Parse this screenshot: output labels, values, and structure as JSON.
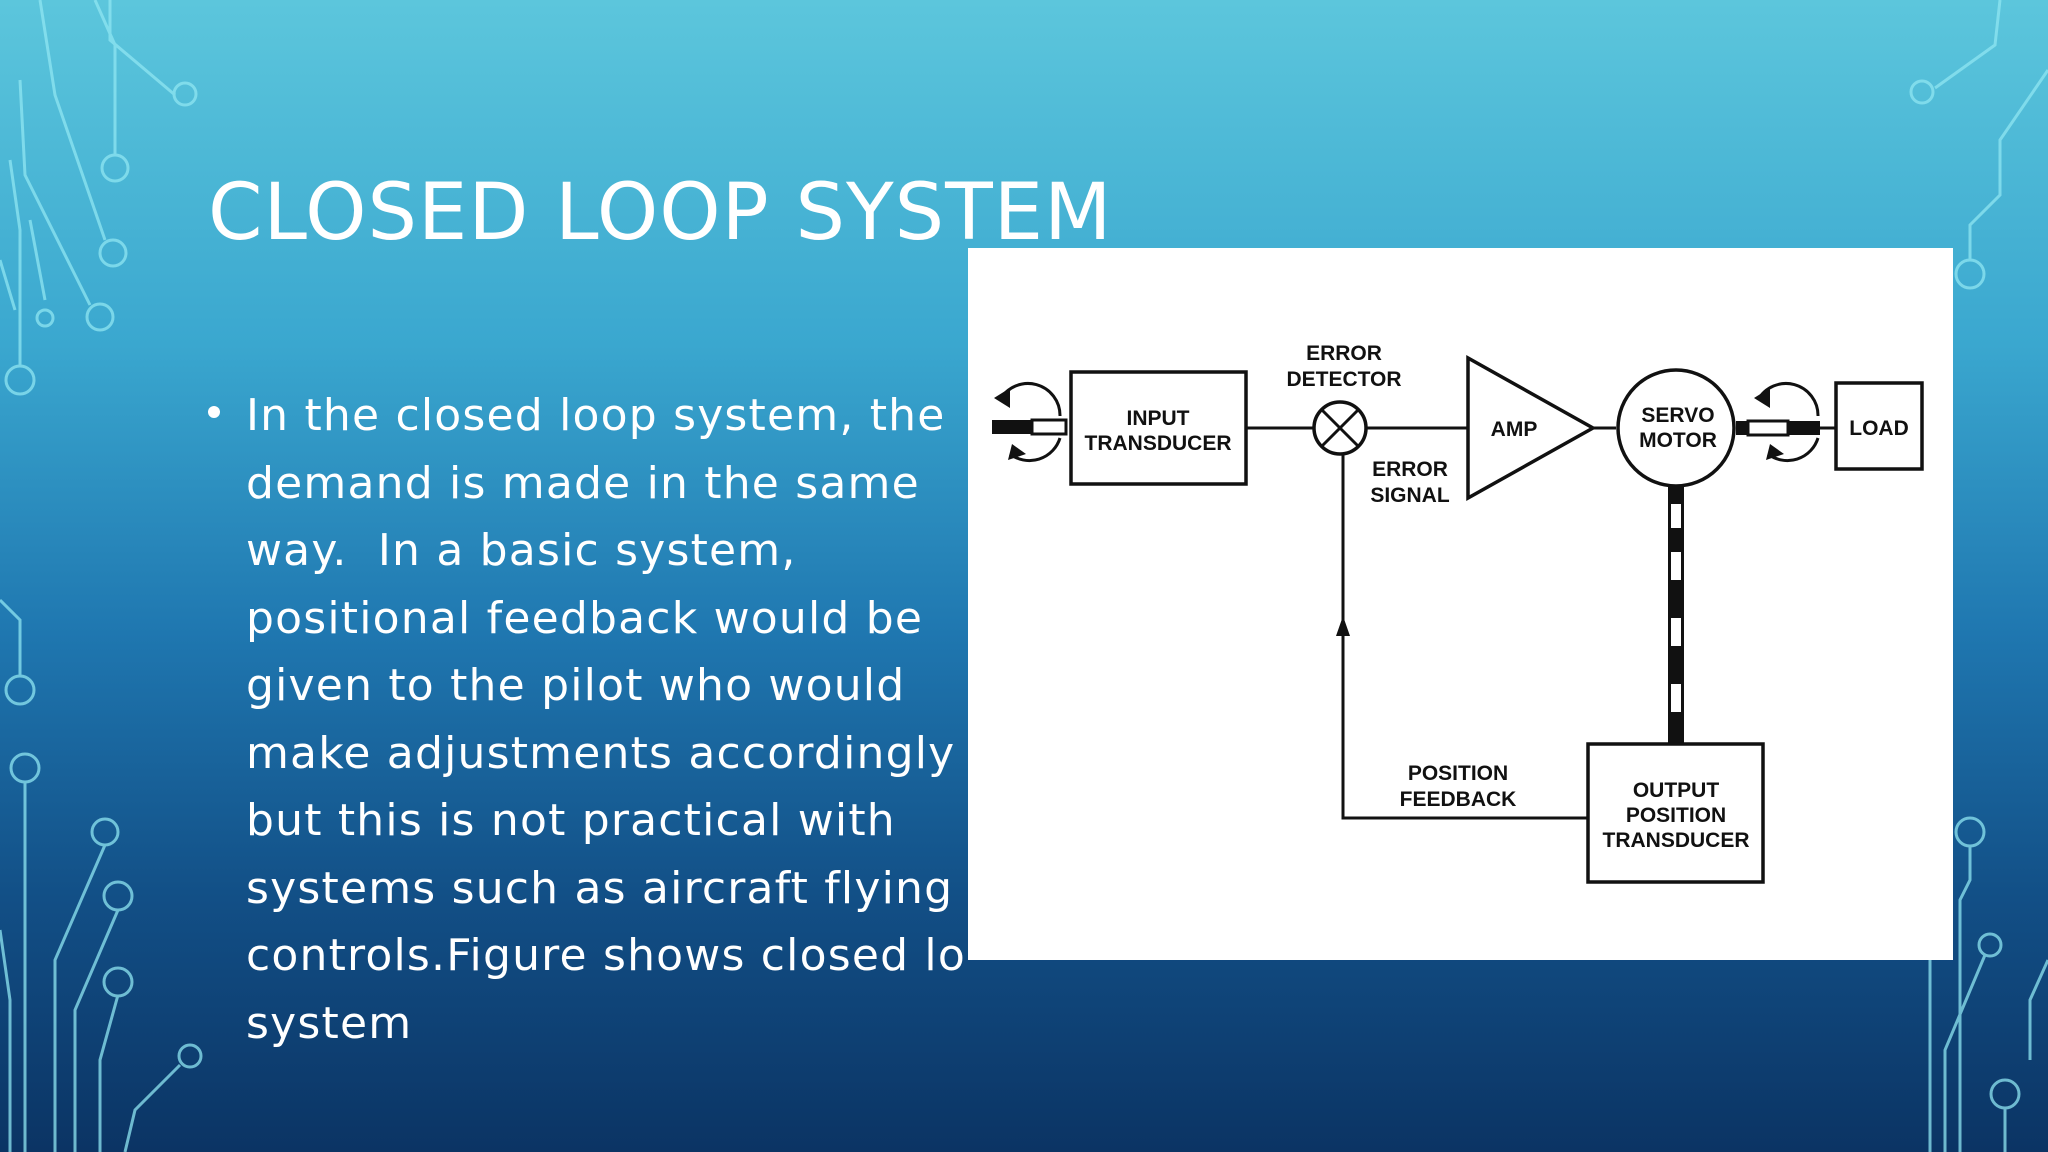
{
  "slide": {
    "title": "CLOSED LOOP SYSTEM",
    "bullet_lines": [
      "In the closed loop system, the",
      "demand is made in the same",
      "way.  In a basic system,",
      "positional feedback would be",
      "given to the pilot who would",
      "make adjustments accordingly",
      "but this is not practical with",
      "systems such as aircraft flying",
      "controls.Figure shows closed lo",
      "system"
    ]
  },
  "diagram": {
    "input_transducer": [
      "INPUT",
      "TRANSDUCER"
    ],
    "error_detector": [
      "ERROR",
      "DETECTOR"
    ],
    "error_signal": [
      "ERROR",
      "SIGNAL"
    ],
    "amp": "AMP",
    "servo_motor": [
      "SERVO",
      "MOTOR"
    ],
    "load": "LOAD",
    "position_feedback": [
      "POSITION",
      "FEEDBACK"
    ],
    "output_position_transducer": [
      "OUTPUT",
      "POSITION",
      "TRANSDUCER"
    ]
  },
  "colors": {
    "background_top": "#5cc6dc",
    "background_bottom": "#0b3464",
    "circuit_lines": "#8fe6f2",
    "text": "#ffffff",
    "diagram_ink": "#111111"
  }
}
